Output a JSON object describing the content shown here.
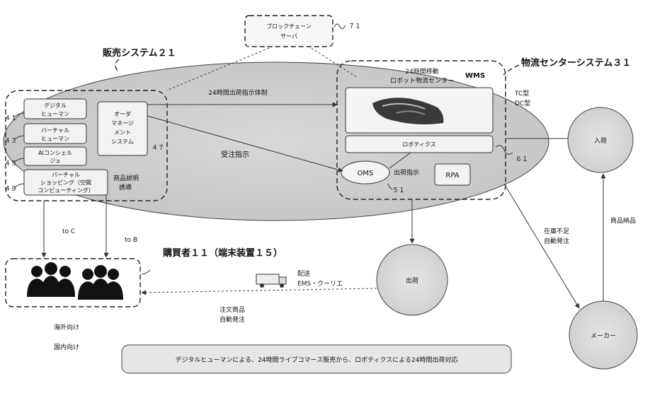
{
  "labels": {
    "blockchain_server": [
      "ブロックチェーン",
      "サーバ"
    ],
    "blockchain_ref": "７１",
    "sales_system": "販売システム２１",
    "logistics_system": "物流センターシステム３１",
    "wms_title": [
      "24時間移動",
      "ロボット物流センター"
    ],
    "wms": "WMS",
    "tc": "TC型",
    "dc": "DC型",
    "shipping_24h": "24時間出荷指示体制",
    "order_instruction": "受注指示",
    "digital_human": [
      "デジタル",
      "ヒューマン"
    ],
    "virtual_human": [
      "バーチャル",
      "ヒューマン"
    ],
    "ai_concierge": [
      "AIコンシェル",
      "ジュ"
    ],
    "virtual_shopping": [
      "バーチャル",
      "ショッピング（空間",
      "コンピューティング）"
    ],
    "order_mgmt": [
      "オーダ",
      "マネージ",
      "メント",
      "システム"
    ],
    "product_guide": [
      "商品説明",
      "誘導"
    ],
    "logistics_robot": "ロボティクス",
    "oms": "OMS",
    "shipping_instruction": "出荷指示",
    "rpa": "RPA",
    "ref_41": "４１",
    "ref_43": "４３",
    "ref_45": "４５",
    "ref_49": "４９",
    "ref_47": "４７",
    "ref_51": "５１",
    "ref_61": "６１",
    "inbound": "入荷",
    "outbound": "出荷",
    "maker": "メーカー",
    "product_delivery": "商品納品",
    "stock_shortage": [
      "在庫不足",
      "自動発注"
    ],
    "to_c": "to C",
    "to_b": "to B",
    "purchaser": "購買者１１（端末装置１５）",
    "delivery": [
      "配送",
      "EMS・クーリエ"
    ],
    "order_auto": [
      "注文商品",
      "自動発注"
    ],
    "overseas": "海外向け",
    "domestic": "国内向け",
    "caption": "デジタルヒューマンによる、24時間ライブコマース販売から、ロボティクスによる24時間出荷対応"
  }
}
